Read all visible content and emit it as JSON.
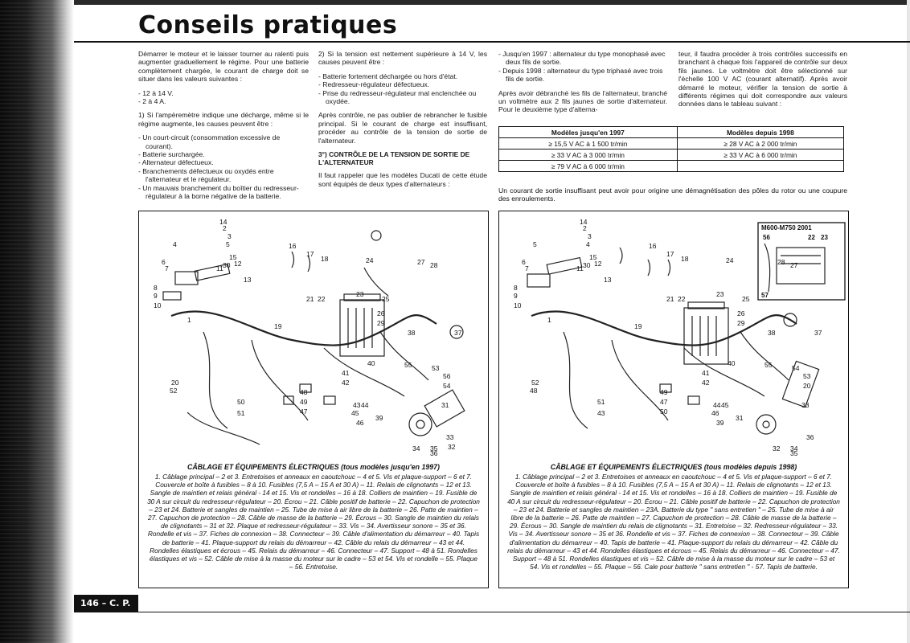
{
  "page": {
    "title": "Conseils pratiques",
    "folio": "146 – C. P."
  },
  "col1": {
    "p1": "Démarrer le moteur et le laisser tourner au ralenti puis augmenter graduellement le régime. Pour une batterie complètement chargée, le courant de charge doit se situer dans les valeurs suivantes :",
    "list1": [
      "12 à 14 V.",
      "2 à 4 A."
    ],
    "p2": "1) Si l'ampèremètre indique une décharge, même si le régime augmente, les causes peuvent être :",
    "list2": [
      "Un court-circuit (consommation excessive de courant).",
      "Batterie surchargée.",
      "Alternateur défectueux.",
      "Branchements défectueux ou oxydés entre l'alternateur et le régulateur.",
      "Un mauvais branchement du boîtier du redresseur-régulateur à la borne négative de la batterie."
    ]
  },
  "col2": {
    "p1": "2) Si la tension est nettement supérieure à 14 V, les causes peuvent être :",
    "list1": [
      "Batterie fortement déchargée ou hors d'état.",
      "Redresseur-régulateur défectueux.",
      "Prise du redresseur-régulateur mal enclenchée ou oxydée."
    ],
    "p2": "Après contrôle, ne pas oublier de rebrancher le fusible principal. Si le courant de charge est insuffisant, procéder au contrôle de la tension de sortie de l'alternateur.",
    "heading": "3°) CONTRÔLE DE LA TENSION DE SORTIE DE L'ALTERNATEUR",
    "p3": "Il faut rappeler que les modèles Ducati de cette étude sont équipés de deux types d'alternateurs :"
  },
  "col3": {
    "list1": [
      "Jusqu'en 1997 : alternateur du type monophasé avec deux fils de sortie.",
      "Depuis 1998 : alternateur du type triphasé avec trois fils de sortie."
    ],
    "p1": "Après avoir débranché les fils de l'alternateur, branché un voltmètre aux 2 fils jaunes de sortie d'alternateur. Pour le deuxième type d'alterna-"
  },
  "col4": {
    "p1": "teur, il faudra procéder à trois contrôles successifs en branchant à chaque fois l'appareil de contrôle sur deux fils jaunes. Le voltmètre doit être sélectionné sur l'échelle 100 V AC (courant alternatif). Après avoir démarré le moteur, vérifier la tension de sortie à différents régimes qui doit correspondre aux valeurs données dans le tableau suivant :"
  },
  "table": {
    "headers": [
      "Modèles jusqu'en 1997",
      "Modèles depuis 1998"
    ],
    "rows": [
      [
        "≥ 15,5 V AC à 1 500 tr/min",
        "≥ 28 V AC à 2 000 tr/min"
      ],
      [
        "≥ 33 V AC à 3 000 tr/min",
        "≥ 33 V AC à 6 000 tr/min"
      ],
      [
        "≥ 79 V AC à 6 000 tr/min",
        ""
      ]
    ]
  },
  "below_table": "Un courant de sortie insuffisant peut avoir pour origine une démagnétisation des pôles du rotor ou une coupure des enroulements.",
  "figure1": {
    "caption_title": "CÂBLAGE ET ÉQUIPEMENTS ÉLECTRIQUES (tous modèles jusqu'en 1997)",
    "caption_body": "1. Câblage principal – 2 et 3. Entretoises et anneaux en caoutchouc – 4 et 5. Vis et plaque-support – 6 et 7. Couvercle et boîte à fusibles – 8 à 10. Fusibles (7,5 A – 15 A et 30 A) – 11. Relais de clignotants – 12 et 13. Sangle de maintien et relais général - 14 et 15. Vis et rondelles – 16 à 18. Colliers de maintien – 19. Fusible de 30 A sur circuit du redresseur-régulateur – 20. Écrou – 21. Câble positif de batterie – 22. Capuchon de protection – 23 et 24. Batterie et sangles de maintien – 25. Tube de mise à air libre de la batterie – 26. Patte de maintien – 27. Capuchon de protection – 28. Câble de masse de la batterie – 29. Écrous – 30. Sangle de maintien du relais de clignotants – 31 et 32. Plaque et redresseur-régulateur – 33. Vis – 34. Avertisseur sonore – 35 et 36. Rondelle et vis – 37. Fiches de connexion – 38. Connecteur – 39. Câble d'alimentation du démarreur – 40. Tapis de batterie – 41. Plaque-support du relais du démarreur – 42. Câble du relais du démarreur – 43 et 44. Rondelles élastiques et écrous – 45. Relais du démarreur – 46. Connecteur – 47. Support – 48 à 51. Rondelles élastiques et vis – 52. Câble de mise à la masse du moteur sur le cadre – 53 et 54. Vis et rondelle – 55. Plaque – 56. Entretoise.",
    "labels": [
      "14",
      "2",
      "3",
      "4",
      "5",
      "15",
      "6",
      "7",
      "11",
      "30",
      "12",
      "13",
      "8",
      "9",
      "10",
      "1",
      "16",
      "17",
      "18",
      "24",
      "27",
      "28",
      "21",
      "22",
      "23",
      "25",
      "19",
      "26",
      "29",
      "38",
      "37",
      "40",
      "41",
      "42",
      "55",
      "53",
      "56",
      "54",
      "20",
      "52",
      "48",
      "49",
      "47",
      "50",
      "51",
      "43",
      "44",
      "45",
      "46",
      "39",
      "31",
      "34",
      "35",
      "36",
      "33",
      "32"
    ]
  },
  "figure2": {
    "caption_title": "CÂBLAGE ET ÉQUIPEMENTS ÉLECTRIQUES (tous modèles depuis 1998)",
    "caption_body": "1. Câblage principal – 2 et 3. Entretoises et anneaux en caoutchouc – 4 et 5. Vis et plaque-support – 6 et 7. Couvercle et boîte à fusibles – 8 à 10. Fusibles (7,5 A – 15 A et 30 A) – 11. Relais de clignotants – 12 et 13. Sangle de maintien et relais général - 14 et 15. Vis et rondelles – 16 à 18. Colliers de maintien – 19. Fusible de 40 A sur circuit du redresseur-régulateur – 20. Écrou – 21. Câble positif de batterie – 22. Capuchon de protection – 23 et 24. Batterie et sangles de maintien – 23A. Batterie du type \" sans entretien \" – 25. Tube de mise à air libre de la batterie – 26. Patte de maintien – 27. Capuchon de protection – 28. Câble de masse de la batterie – 29. Écrous – 30. Sangle de maintien du relais de clignotants – 31. Entretoise – 32. Redresseur-régulateur – 33. Vis – 34. Avertisseur sonore – 35 et 36. Rondelle et vis – 37. Fiches de connexion – 38. Connecteur – 39. Câble d'alimentation du démarreur – 40. Tapis de batterie – 41. Plaque-support du relais du démarreur – 42. Câble du relais du démarreur – 43 et 44. Rondelles élastiques et écrous – 45. Relais du démarreur – 46. Connecteur – 47. Support – 48 à 51. Rondelles élastiques et vis – 52. Câble de mise à la masse du moteur sur le cadre – 53 et 54. Vis et rondelles – 55. Plaque – 56. Cale pour batterie \" sans entretien \" - 57. Tapis de batterie.",
    "inset_title": "M600-M750 2001",
    "inset_labels": [
      "56",
      "22",
      "23",
      "57"
    ],
    "labels": [
      "14",
      "2",
      "3",
      "5",
      "4",
      "15",
      "6",
      "7",
      "11",
      "30",
      "12",
      "13",
      "8",
      "9",
      "10",
      "1",
      "16",
      "17",
      "18",
      "24",
      "28",
      "27",
      "21",
      "22",
      "23",
      "25",
      "19",
      "26",
      "29",
      "38",
      "37",
      "40",
      "41",
      "42",
      "55",
      "54",
      "53",
      "20",
      "52",
      "48",
      "49",
      "47",
      "50",
      "51",
      "43",
      "44",
      "45",
      "46",
      "39",
      "31",
      "33",
      "32",
      "34",
      "35",
      "36"
    ]
  }
}
